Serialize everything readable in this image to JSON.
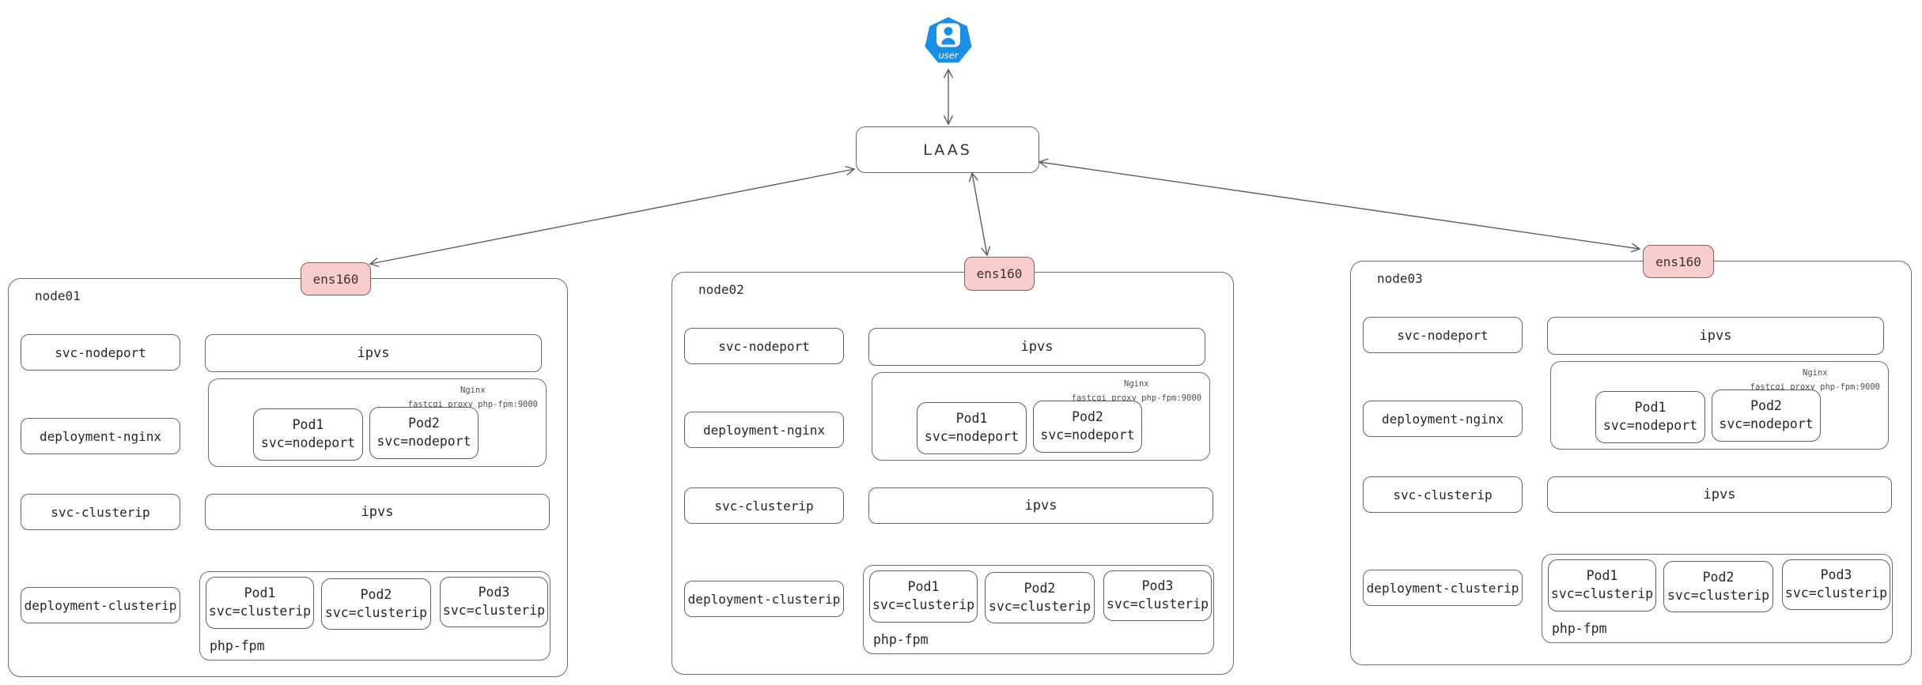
{
  "user": {
    "label": "user"
  },
  "laas": {
    "label": "LAAS"
  },
  "nodes": [
    {
      "name": "node01",
      "interface": "ens160",
      "services": [
        "svc-nodeport",
        "deployment-nginx",
        "svc-clusterip",
        "deployment-clusterip"
      ],
      "ipvs_top": "ipvs",
      "ipvs_bottom": "ipvs",
      "nginx_note_line1": "Nginx",
      "nginx_note_line2": "fastcgi_proxy php-fpm:9000",
      "nodeport_pods": [
        {
          "name": "Pod1",
          "service": "svc=nodeport"
        },
        {
          "name": "Pod2",
          "service": "svc=nodeport"
        }
      ],
      "clusterip_pods": [
        {
          "name": "Pod1",
          "service": "svc=clusterip"
        },
        {
          "name": "Pod2",
          "service": "svc=clusterip"
        },
        {
          "name": "Pod3",
          "service": "svc=clusterip"
        }
      ],
      "phpfpm_label": "php-fpm"
    },
    {
      "name": "node02",
      "interface": "ens160",
      "services": [
        "svc-nodeport",
        "deployment-nginx",
        "svc-clusterip",
        "deployment-clusterip"
      ],
      "ipvs_top": "ipvs",
      "ipvs_bottom": "ipvs",
      "nginx_note_line1": "Nginx",
      "nginx_note_line2": "fastcgi_proxy php-fpm:9000",
      "nodeport_pods": [
        {
          "name": "Pod1",
          "service": "svc=nodeport"
        },
        {
          "name": "Pod2",
          "service": "svc=nodeport"
        }
      ],
      "clusterip_pods": [
        {
          "name": "Pod1",
          "service": "svc=clusterip"
        },
        {
          "name": "Pod2",
          "service": "svc=clusterip"
        },
        {
          "name": "Pod3",
          "service": "svc=clusterip"
        }
      ],
      "phpfpm_label": "php-fpm"
    },
    {
      "name": "node03",
      "interface": "ens160",
      "services": [
        "svc-nodeport",
        "deployment-nginx",
        "svc-clusterip",
        "deployment-clusterip"
      ],
      "ipvs_top": "ipvs",
      "ipvs_bottom": "ipvs",
      "nginx_note_line1": "Nginx",
      "nginx_note_line2": "fastcgi_proxy php-fpm:9000",
      "nodeport_pods": [
        {
          "name": "Pod1",
          "service": "svc=nodeport"
        },
        {
          "name": "Pod2",
          "service": "svc=nodeport"
        }
      ],
      "clusterip_pods": [
        {
          "name": "Pod1",
          "service": "svc=clusterip"
        },
        {
          "name": "Pod2",
          "service": "svc=clusterip"
        },
        {
          "name": "Pod3",
          "service": "svc=clusterip"
        }
      ],
      "phpfpm_label": "php-fpm"
    }
  ],
  "colors": {
    "interface_fill": "#f8cecc",
    "interface_border": "#8f5b57",
    "arrow_stroke": "#5d5d5d",
    "user_icon_blue": "#1a8fe3"
  }
}
